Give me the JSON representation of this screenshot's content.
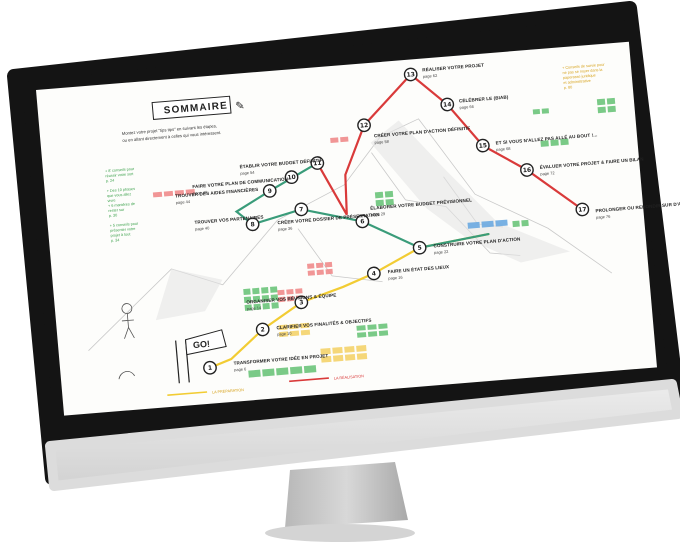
{
  "sommaire": {
    "title": "SOMMAIRE",
    "intro_line1": "Montez votre projet \"tips tips\" en suivant les étapes,",
    "intro_line2": "ou en allant directement à celles qui vous intéressent."
  },
  "go_flag": "GO!",
  "steps": [
    {
      "num": "1",
      "label": "TRANSFORMER VOTRE IDÉE EN PROJET",
      "page": "page 6"
    },
    {
      "num": "2",
      "label": "CLARIFIER VOS FINALITÉS & OBJECTIFS",
      "page": "page 10"
    },
    {
      "num": "3",
      "label": "ORGANISER VOS RÉUNIONS & ÉQUIPE",
      "page": "page 14"
    },
    {
      "num": "4",
      "label": "FAIRE UN ÉTAT DES LIEUX",
      "page": "page 16"
    },
    {
      "num": "5",
      "label": "CONSTRUIRE VOTRE PLAN D'ACTION",
      "page": "page 22"
    },
    {
      "num": "6",
      "label": "ÉLABORER VOTRE BUDGET PRÉVISIONNEL",
      "page": "page 29"
    },
    {
      "num": "7",
      "label": "CRÉER VOTRE DOSSIER DE PRÉSENTATION",
      "page": "page 36"
    },
    {
      "num": "8",
      "label": "TROUVER VOS PARTENAIRES",
      "page": "page 40"
    },
    {
      "num": "9",
      "label": "TROUVER DES AIDES FINANCIÈRES",
      "page": "page 44"
    },
    {
      "num": "10",
      "label": "FAIRE VOTRE PLAN DE COMMUNICATION",
      "page": "page 48"
    },
    {
      "num": "11",
      "label": "ÉTABLIR VOTRE BUDGET DÉFINITIF",
      "page": "page 54"
    },
    {
      "num": "12",
      "label": "CRÉER VOTRE PLAN D'ACTION DÉFINITIF",
      "page": "page 58"
    },
    {
      "num": "13",
      "label": "RÉALISER VOTRE PROJET",
      "page": "page 62"
    },
    {
      "num": "14",
      "label": "CÉLÉBRER LE (BIAB)",
      "page": "page 66"
    },
    {
      "num": "15",
      "label": "ET SI VOUS N'ALLEZ PAS ALLÉ AU BOUT !...",
      "page": "page 68"
    },
    {
      "num": "16",
      "label": "ÉVALUER VOTRE PROJET & FAIRE UN BILAN",
      "page": "page 72"
    },
    {
      "num": "17",
      "label": "PROLONGER OU REBONDIR SUR D'AUTRES PROJETS",
      "page": "page 76"
    }
  ],
  "side_notes": {
    "left": [
      "+ 8' conseils pour",
      "réussir votre sort",
      "p. 24",
      "",
      "+ Des 10 phases",
      "que vous allez",
      "vivre",
      "+ 6 manières de",
      "rester sur",
      "p. 30",
      "",
      "+ 5 conseils pour",
      "présenter votre",
      "projet à tout",
      "p. 34"
    ],
    "right": [
      "+ Conseils de survie pour",
      "ne pas se noyer dans la",
      "paperasse juridique",
      "et administrative",
      "p. 80"
    ]
  },
  "legend": {
    "preparation": "LA PRÉPARATION",
    "realisation": "LA RÉALISATION"
  },
  "colors": {
    "bezel": "#141414",
    "screen": "#fdfdfb",
    "stand": "#c8c8c8",
    "chin": "#e6e6e6",
    "yellow_path": "#f2cc33",
    "green_path": "#3a9c7a",
    "red_path": "#d93a3a",
    "note_green": "#3aa04a",
    "note_yellow": "#d6a21c",
    "card_green": "#6cc47a",
    "card_red": "#ef8b8b",
    "card_yellow": "#f4d36a",
    "card_blue": "#6aa9e0"
  }
}
